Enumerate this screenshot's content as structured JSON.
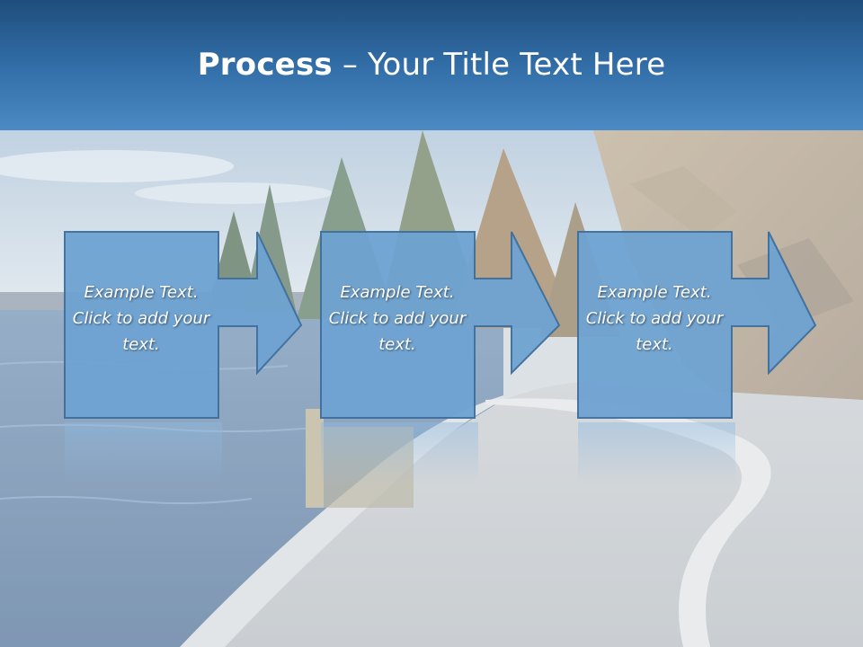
{
  "slide": {
    "title_bold": "Process",
    "title_rest": " – Your Title Text Here"
  },
  "steps": [
    {
      "text": "Example Text. Click  to add your text."
    },
    {
      "text": "Example Text. Click  to add your text."
    },
    {
      "text": "Example Text. Click  to add your text."
    }
  ],
  "colors": {
    "title_bar": "#2f6aa3",
    "step_fill": "#6fa3d2",
    "step_stroke": "#3e6f9e"
  },
  "background_image": "seawall-path-photo"
}
